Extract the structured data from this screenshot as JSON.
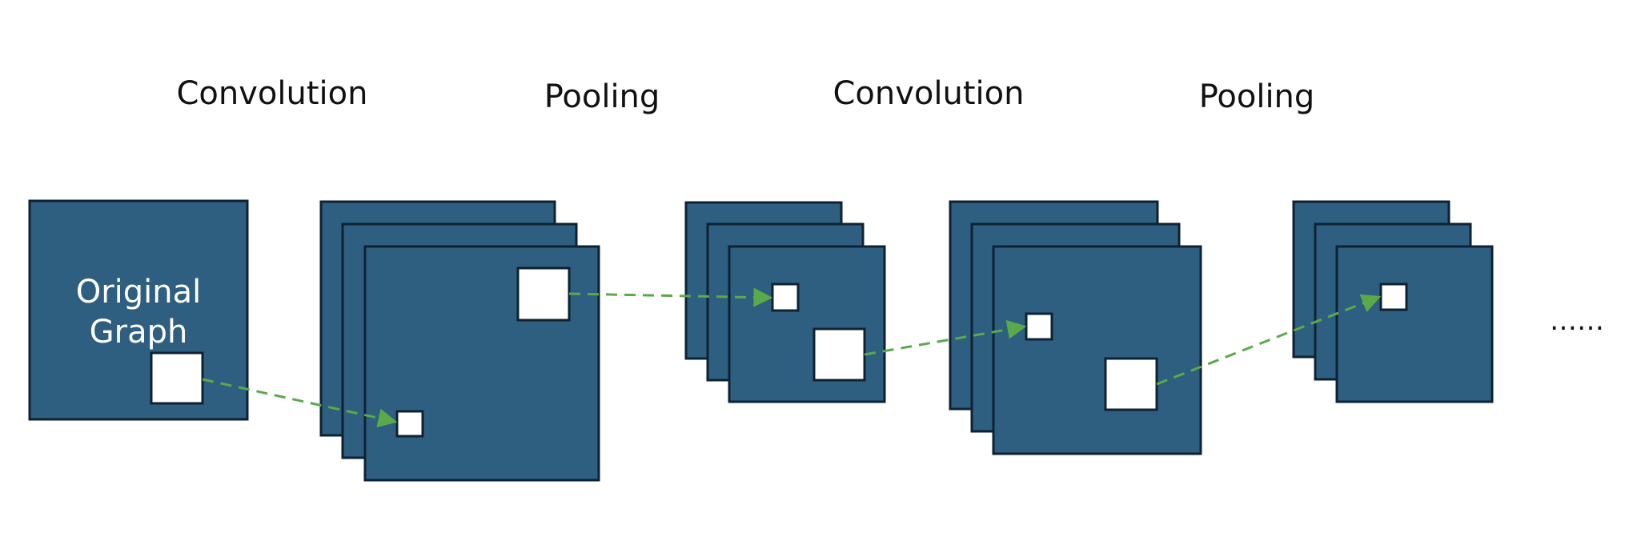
{
  "stages": [
    {
      "label": "Convolution"
    },
    {
      "label": "Pooling"
    },
    {
      "label": "Convolution"
    },
    {
      "label": "Pooling"
    }
  ],
  "input": {
    "label_line1": "Original",
    "label_line2": "Graph"
  },
  "ellipsis": "……",
  "colors": {
    "block_fill": "#2e5f80",
    "block_stroke": "#0e2233",
    "window_fill": "#ffffff",
    "arrow": "#5aaa4a"
  }
}
